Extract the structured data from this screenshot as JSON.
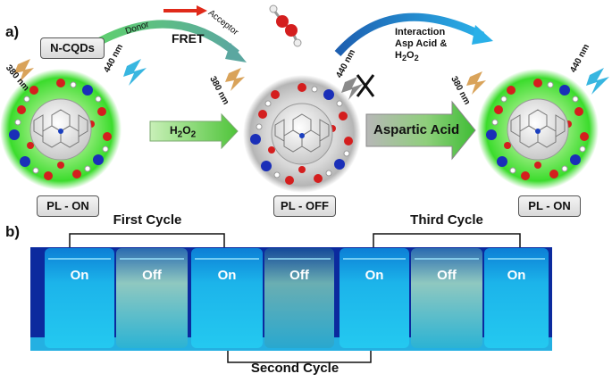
{
  "panel_a": {
    "label": "a)",
    "ncqds": "N-CQDs",
    "donor": "Donor",
    "acceptor": "Acceptor",
    "fret": "FRET",
    "interaction_line1": "Interaction",
    "interaction_line2": "Asp Acid &",
    "interaction_line3": "H",
    "interaction_sub": "2",
    "interaction_end": "O",
    "interaction_sub2": "2",
    "wavelength_380": "380 nm",
    "wavelength_440": "440 nm",
    "h2o2_main": "H",
    "h2o2_sub1": "2",
    "h2o2_mid": "O",
    "h2o2_sub2": "2",
    "aspartic_acid": "Aspartic Acid",
    "pl_on_left": "PL - ON",
    "pl_off": "PL - OFF",
    "pl_on_right": "PL - ON"
  },
  "panel_b": {
    "label": "b)",
    "first_cycle": "First Cycle",
    "second_cycle": "Second Cycle",
    "third_cycle": "Third Cycle",
    "vials": [
      "On",
      "Off",
      "On",
      "Off",
      "On",
      "Off",
      "On"
    ]
  },
  "colors": {
    "glow_green": "#3bdc2c",
    "arrow_green": "#58c84e",
    "arrow_blue": "#1f8fd0",
    "arrow_red": "#e02a1a",
    "vial_on": "#19b6e8",
    "vial_off": "#8fd1c8",
    "panel_bg": "#0b2a9e"
  }
}
